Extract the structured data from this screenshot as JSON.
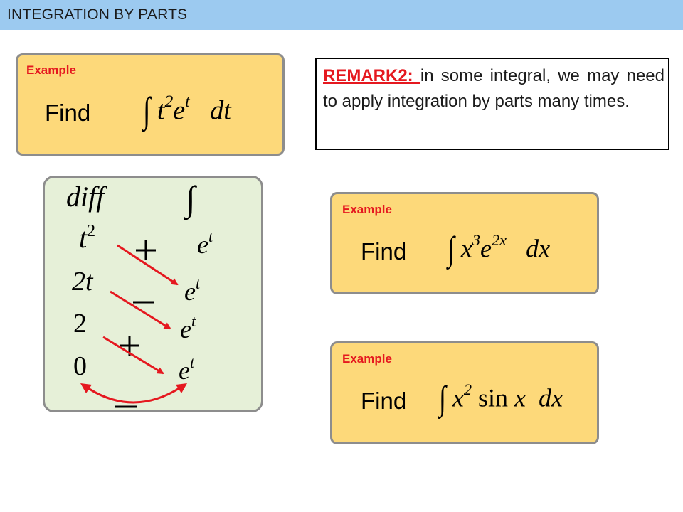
{
  "header": {
    "title": "INTEGRATION BY PARTS"
  },
  "remark": {
    "heading": "REMARK2: ",
    "body": "in some integral, we may need to apply integration by parts many times."
  },
  "examples": [
    {
      "label": "Example",
      "find": "Find",
      "factor": "t",
      "factor_power": "2",
      "exp_base": "e",
      "exp_power": "t",
      "differential": "dt"
    },
    {
      "label": "Example",
      "find": "Find",
      "factor": "x",
      "factor_power": "3",
      "exp_base": "e",
      "exp_power": "2x",
      "differential": "dx"
    },
    {
      "label": "Example",
      "find": "Find",
      "factor": "x",
      "factor_power": "2",
      "trig": "sin",
      "trig_arg": "x",
      "differential": "dx"
    }
  ],
  "table": {
    "diff_header": "diff",
    "int_header": "∫",
    "diff_column": [
      "t²",
      "2t",
      "2",
      "0"
    ],
    "int_column": [
      "e",
      "e",
      "e",
      "e"
    ],
    "int_power": "t",
    "signs": [
      "+",
      "−",
      "+",
      "−"
    ],
    "colors": {
      "arrow": "#e5181f"
    }
  },
  "colors": {
    "header_bg": "#9ccaf0",
    "card_bg": "#fdd97a",
    "table_bg": "#e6f0d8",
    "accent_red": "#e5181f"
  }
}
